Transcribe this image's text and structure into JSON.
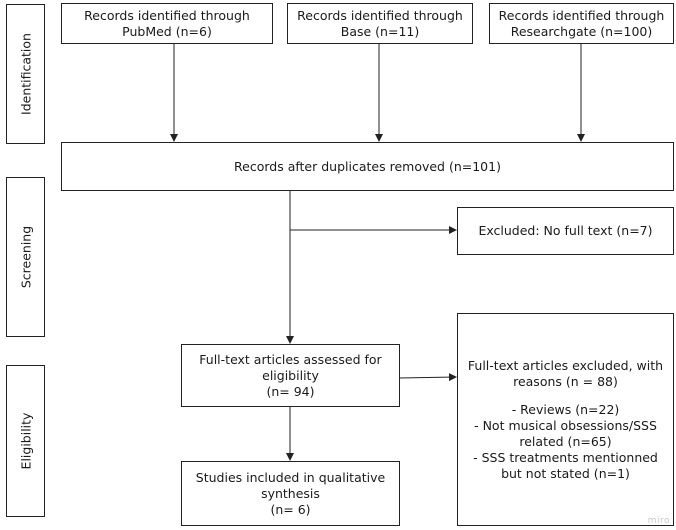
{
  "stages": {
    "identification": "Identification",
    "screening": "Screening",
    "eligibility": "Eligibility"
  },
  "boxes": {
    "pubmed": [
      "Records identified through",
      "PubMed (n=6)"
    ],
    "base": [
      "Records identified through",
      "Base (n=11)"
    ],
    "researchgate": [
      "Records identified through",
      "Researchgate (n=100)"
    ],
    "duplicates_removed": "Records after duplicates removed (n=101)",
    "excluded_no_full_text": "Excluded: No full text (n=7)",
    "assessed": [
      "Full-text articles assessed for",
      "eligibility",
      "(n= 94)"
    ],
    "excluded_reasons": {
      "header": [
        "Full-text articles excluded, with",
        "reasons (n = 88)"
      ],
      "items": [
        "- Reviews (n=22)",
        "- Not musical obsessions/SSS",
        "related (n=65)",
        "- SSS treatments mentionned",
        "but not stated (n=1)"
      ]
    },
    "included": [
      "Studies included in qualitative",
      "synthesis",
      "(n= 6)"
    ]
  },
  "watermark": "miro"
}
